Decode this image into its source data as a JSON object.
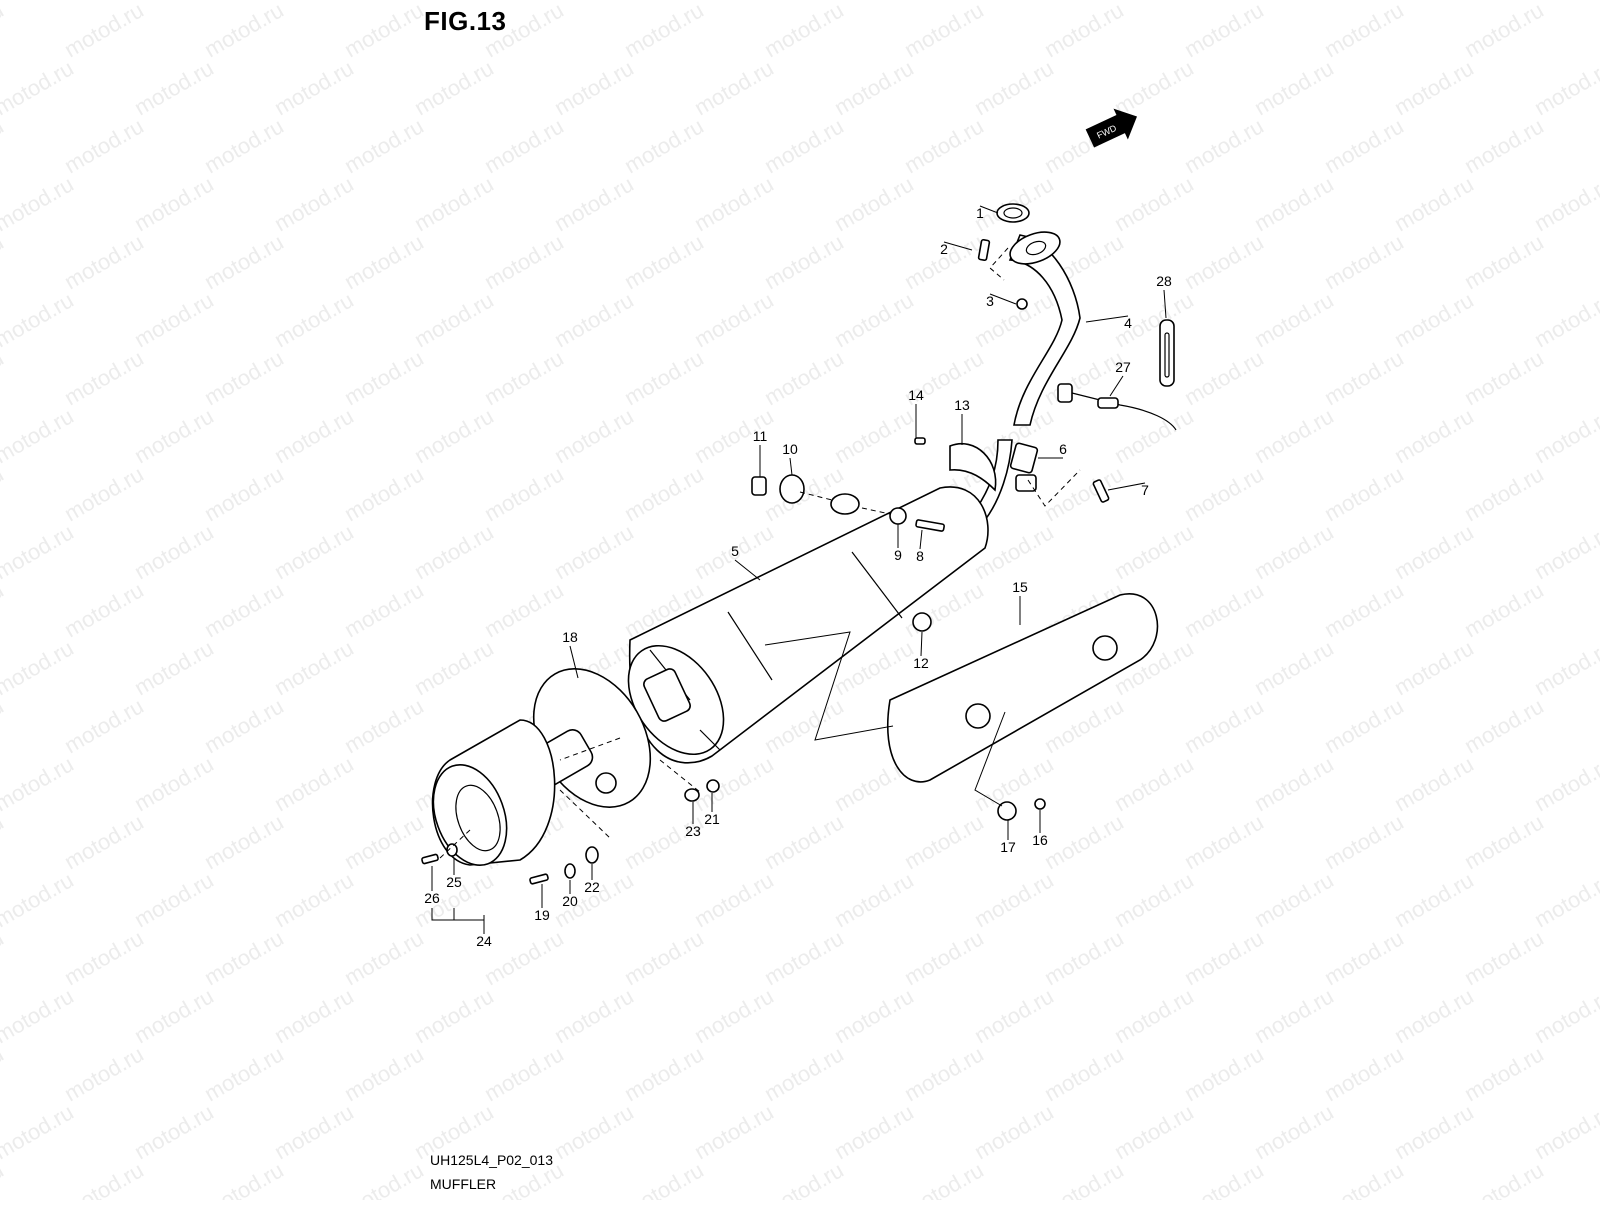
{
  "figure": {
    "title": "FIG.13",
    "code": "UH125L4_P02_013",
    "name": "MUFFLER",
    "direction_badge": "FWD",
    "watermark_text": "motod.ru"
  },
  "parts": [
    {
      "no": "1"
    },
    {
      "no": "2"
    },
    {
      "no": "3"
    },
    {
      "no": "4"
    },
    {
      "no": "5"
    },
    {
      "no": "6"
    },
    {
      "no": "7"
    },
    {
      "no": "8"
    },
    {
      "no": "9"
    },
    {
      "no": "10"
    },
    {
      "no": "11"
    },
    {
      "no": "12"
    },
    {
      "no": "13"
    },
    {
      "no": "14"
    },
    {
      "no": "15"
    },
    {
      "no": "16"
    },
    {
      "no": "17"
    },
    {
      "no": "18"
    },
    {
      "no": "19"
    },
    {
      "no": "20"
    },
    {
      "no": "21"
    },
    {
      "no": "22"
    },
    {
      "no": "23"
    },
    {
      "no": "24"
    },
    {
      "no": "25"
    },
    {
      "no": "26"
    },
    {
      "no": "27"
    },
    {
      "no": "28"
    }
  ],
  "colors": {
    "line": "#000000",
    "watermark": "#ececec",
    "background": "#ffffff"
  }
}
